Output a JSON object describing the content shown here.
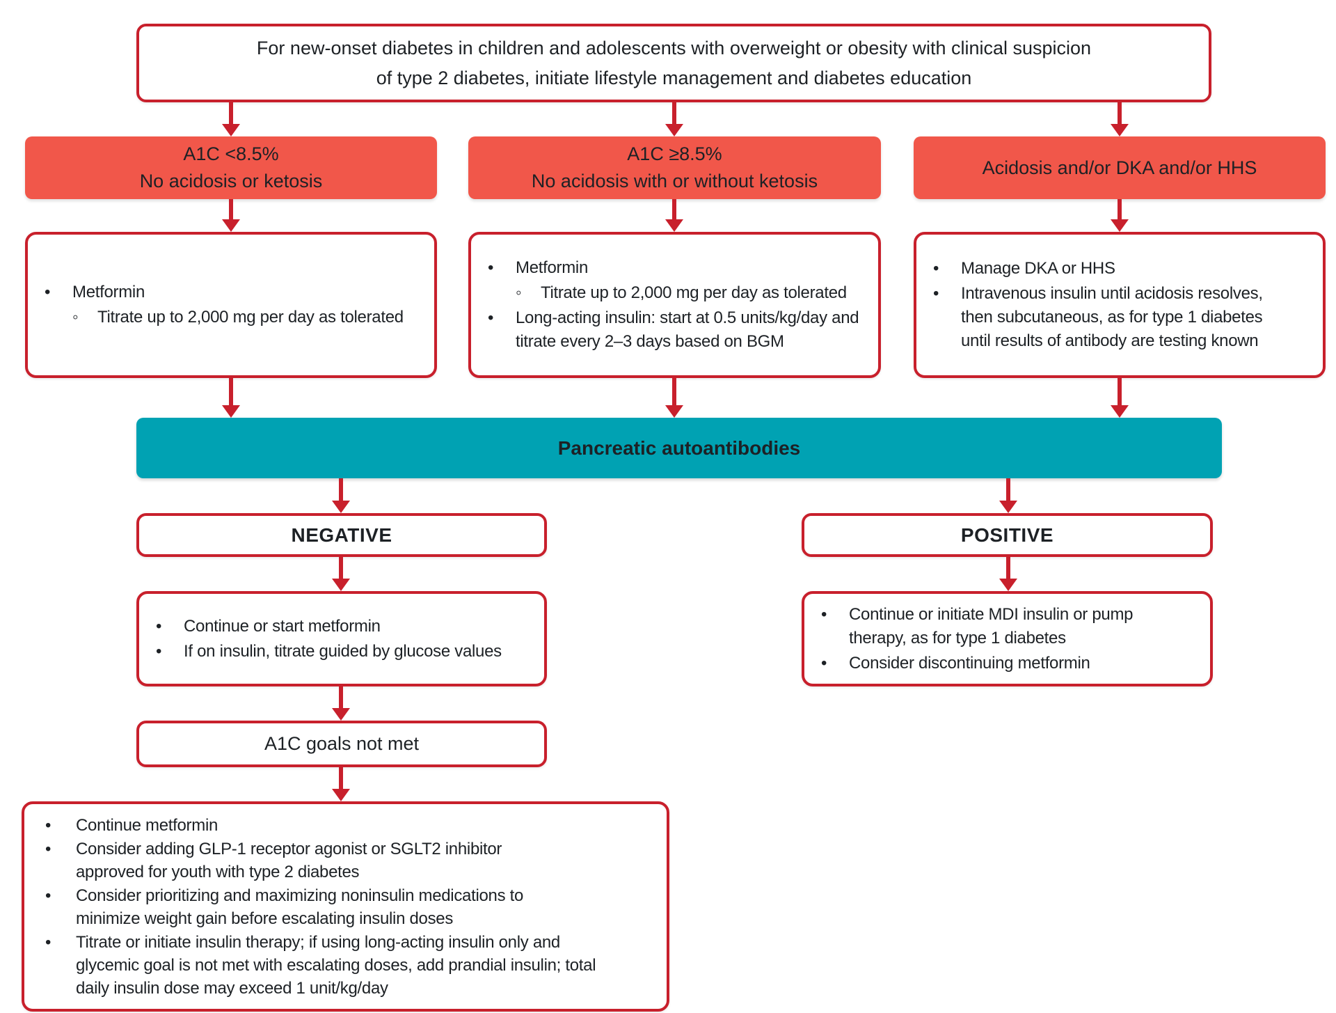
{
  "palette": {
    "condition_box_fill": "#F1574A",
    "connector_red": "#C8202C",
    "banner_teal": "#00A2B3",
    "text_dark": "#1D2125",
    "background": "#FFFFFF"
  },
  "header": {
    "line1": "For new-onset diabetes in children and adolescents with overweight or obesity with clinical suspicion",
    "line2": "of type 2 diabetes, initiate lifestyle management and diabetes education"
  },
  "branches": [
    {
      "condition": {
        "lines": [
          "A1C <8.5%",
          "No acidosis or ketosis"
        ]
      },
      "plan": {
        "items": [
          {
            "level": 1,
            "text": "Metformin"
          },
          {
            "level": 2,
            "text": "Titrate up to 2,000 mg per day as tolerated"
          }
        ]
      }
    },
    {
      "condition": {
        "lines": [
          "A1C ≥8.5%",
          "No acidosis with or without ketosis"
        ]
      },
      "plan": {
        "items": [
          {
            "level": 1,
            "text": "Metformin"
          },
          {
            "level": 2,
            "text": "Titrate up to 2,000 mg per day as tolerated"
          },
          {
            "level": 1,
            "text": "Long-acting insulin: start at 0.5 units/kg/day and titrate every 2–3 days based on BGM"
          }
        ]
      }
    },
    {
      "condition": {
        "lines": [
          "Acidosis and/or DKA and/or HHS"
        ]
      },
      "plan": {
        "items": [
          {
            "level": 1,
            "text": "Manage DKA or HHS"
          },
          {
            "level": 1,
            "text": "Intravenous insulin until acidosis resolves, then subcutaneous, as for type 1 diabetes until results of antibody are testing known"
          }
        ]
      }
    }
  ],
  "banner": {
    "label": "Pancreatic autoantibodies"
  },
  "outcomes": {
    "negative": {
      "label": "NEGATIVE",
      "plan": {
        "items": [
          {
            "level": 1,
            "text": "Continue or start metformin"
          },
          {
            "level": 1,
            "text": "If on insulin, titrate guided by glucose values"
          }
        ]
      }
    },
    "positive": {
      "label": "POSITIVE",
      "plan": {
        "items": [
          {
            "level": 1,
            "text": "Continue or initiate MDI insulin or pump therapy, as for type 1 diabetes"
          },
          {
            "level": 1,
            "text": "Consider discontinuing metformin"
          }
        ]
      }
    }
  },
  "followup": {
    "label": "A1C goals not met"
  },
  "escalation": {
    "items": [
      {
        "level": 1,
        "text": "Continue metformin"
      },
      {
        "level": 1,
        "text": "Consider adding GLP-1 receptor agonist or SGLT2 inhibitor approved for youth with type 2 diabetes"
      },
      {
        "level": 1,
        "text": "Consider prioritizing and maximizing noninsulin medications to minimize weight gain before escalating insulin doses"
      },
      {
        "level": 1,
        "text": "Titrate or initiate insulin therapy; if using long-acting insulin only and glycemic goal is not met with escalating doses, add prandial insulin; total daily insulin dose may exceed 1 unit/kg/day"
      }
    ]
  }
}
